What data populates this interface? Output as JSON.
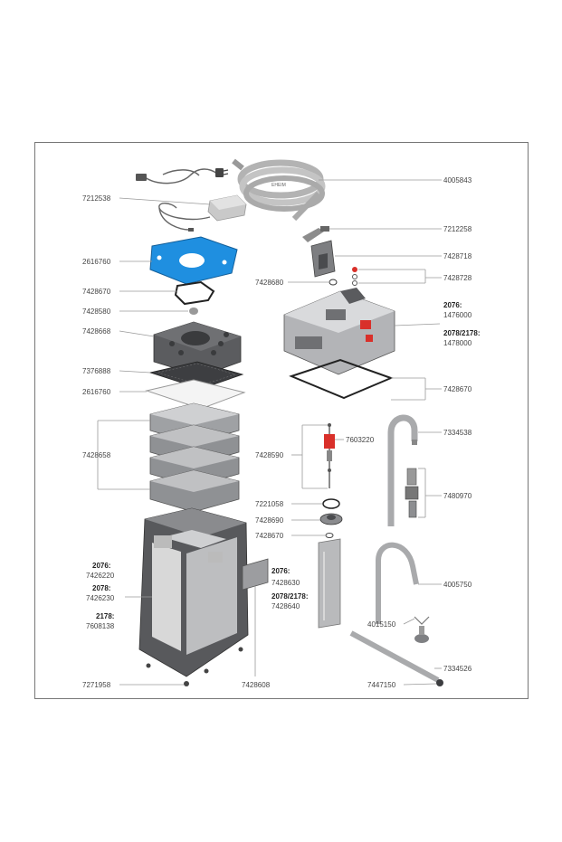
{
  "diagram": {
    "colors": {
      "accent_blue": "#1f8fe0",
      "accent_red": "#d9302a",
      "part_gray": "#8d8f92",
      "part_dark": "#4a4b4e",
      "frame": "#777777"
    },
    "labels": {
      "p4005843": "4005843",
      "p7212538": "7212538",
      "p7212258": "7212258",
      "p2616760a": "2616760",
      "p7428718": "7428718",
      "p7428680": "7428680",
      "p7428728": "7428728",
      "p7428670a": "7428670",
      "p2076a": "2076:",
      "p1476000": "1476000",
      "p7428580": "7428580",
      "p2078_2178a": "2078/2178:",
      "p1478000": "1478000",
      "p7428668": "7428668",
      "p7376888": "7376888",
      "p2616760b": "2616760",
      "p7428670b": "7428670",
      "p7334538": "7334538",
      "p7603220": "7603220",
      "p7428658": "7428658",
      "p7428590": "7428590",
      "p7480970": "7480970",
      "p7221058": "7221058",
      "p7428690": "7428690",
      "p7428670c": "7428670",
      "p2076b": "2076:",
      "p7426220": "7426220",
      "p2076c": "2076:",
      "p7428630": "7428630",
      "p4005750": "4005750",
      "p2078a": "2078:",
      "p2078_2178b": "2078/2178:",
      "p7428640": "7428640",
      "p7426230": "7426230",
      "p2178": "2178:",
      "p7608138": "7608138",
      "p4015150": "4015150",
      "p7334526": "7334526",
      "p7271958": "7271958",
      "p7428608": "7428608",
      "p7447150": "7447150"
    }
  }
}
